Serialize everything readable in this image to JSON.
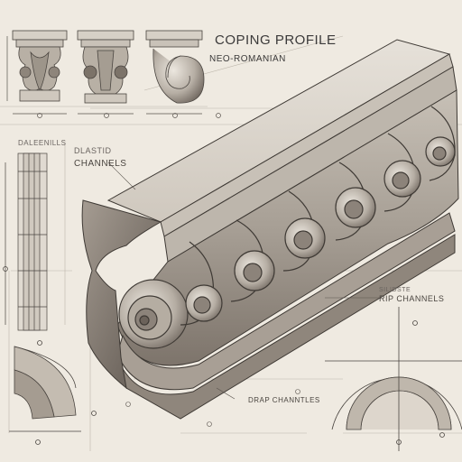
{
  "title": "COPING PROFILE",
  "subtitle": "NEO-ROMANIAN",
  "labels": {
    "left_small": "DALEENILLS",
    "left_upper": "DLASTID",
    "left_lower": "CHANNELS",
    "right_small": "SILIDSTE",
    "right_main": "RIP CHANNELS",
    "bottom": "DRAP CHANNTLES"
  },
  "colors": {
    "paper": "#efeae1",
    "ink": "#3b3a3a",
    "stone_light": "#d9d4cc",
    "stone_mid": "#b9b2a8",
    "stone_dark": "#6e655d"
  }
}
